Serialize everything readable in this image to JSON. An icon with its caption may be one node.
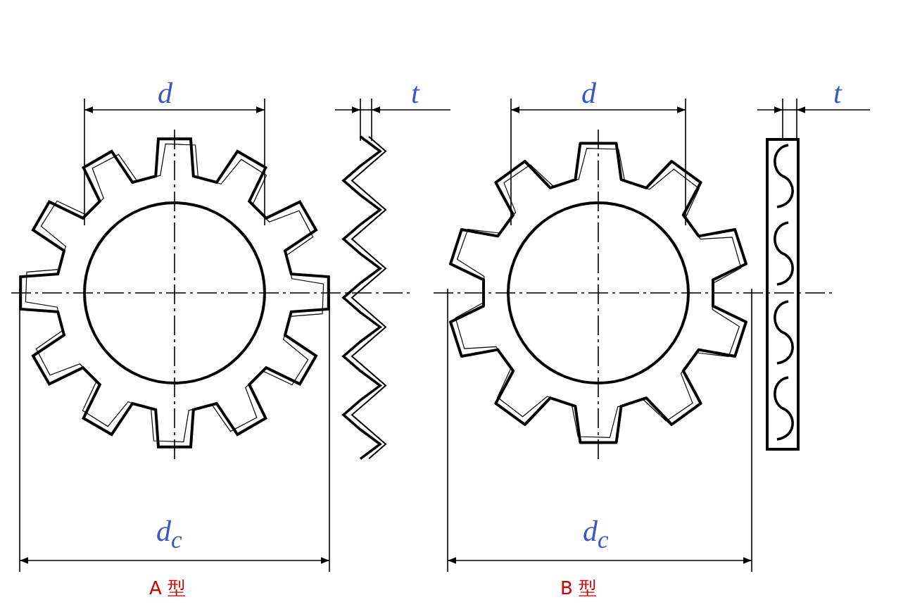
{
  "diagram": {
    "labels": [
      "d",
      "t",
      "d",
      "t",
      "d$_{c}$",
      "d$_{c}$",
      "A 型",
      "B 型"
    ]
  }
}
